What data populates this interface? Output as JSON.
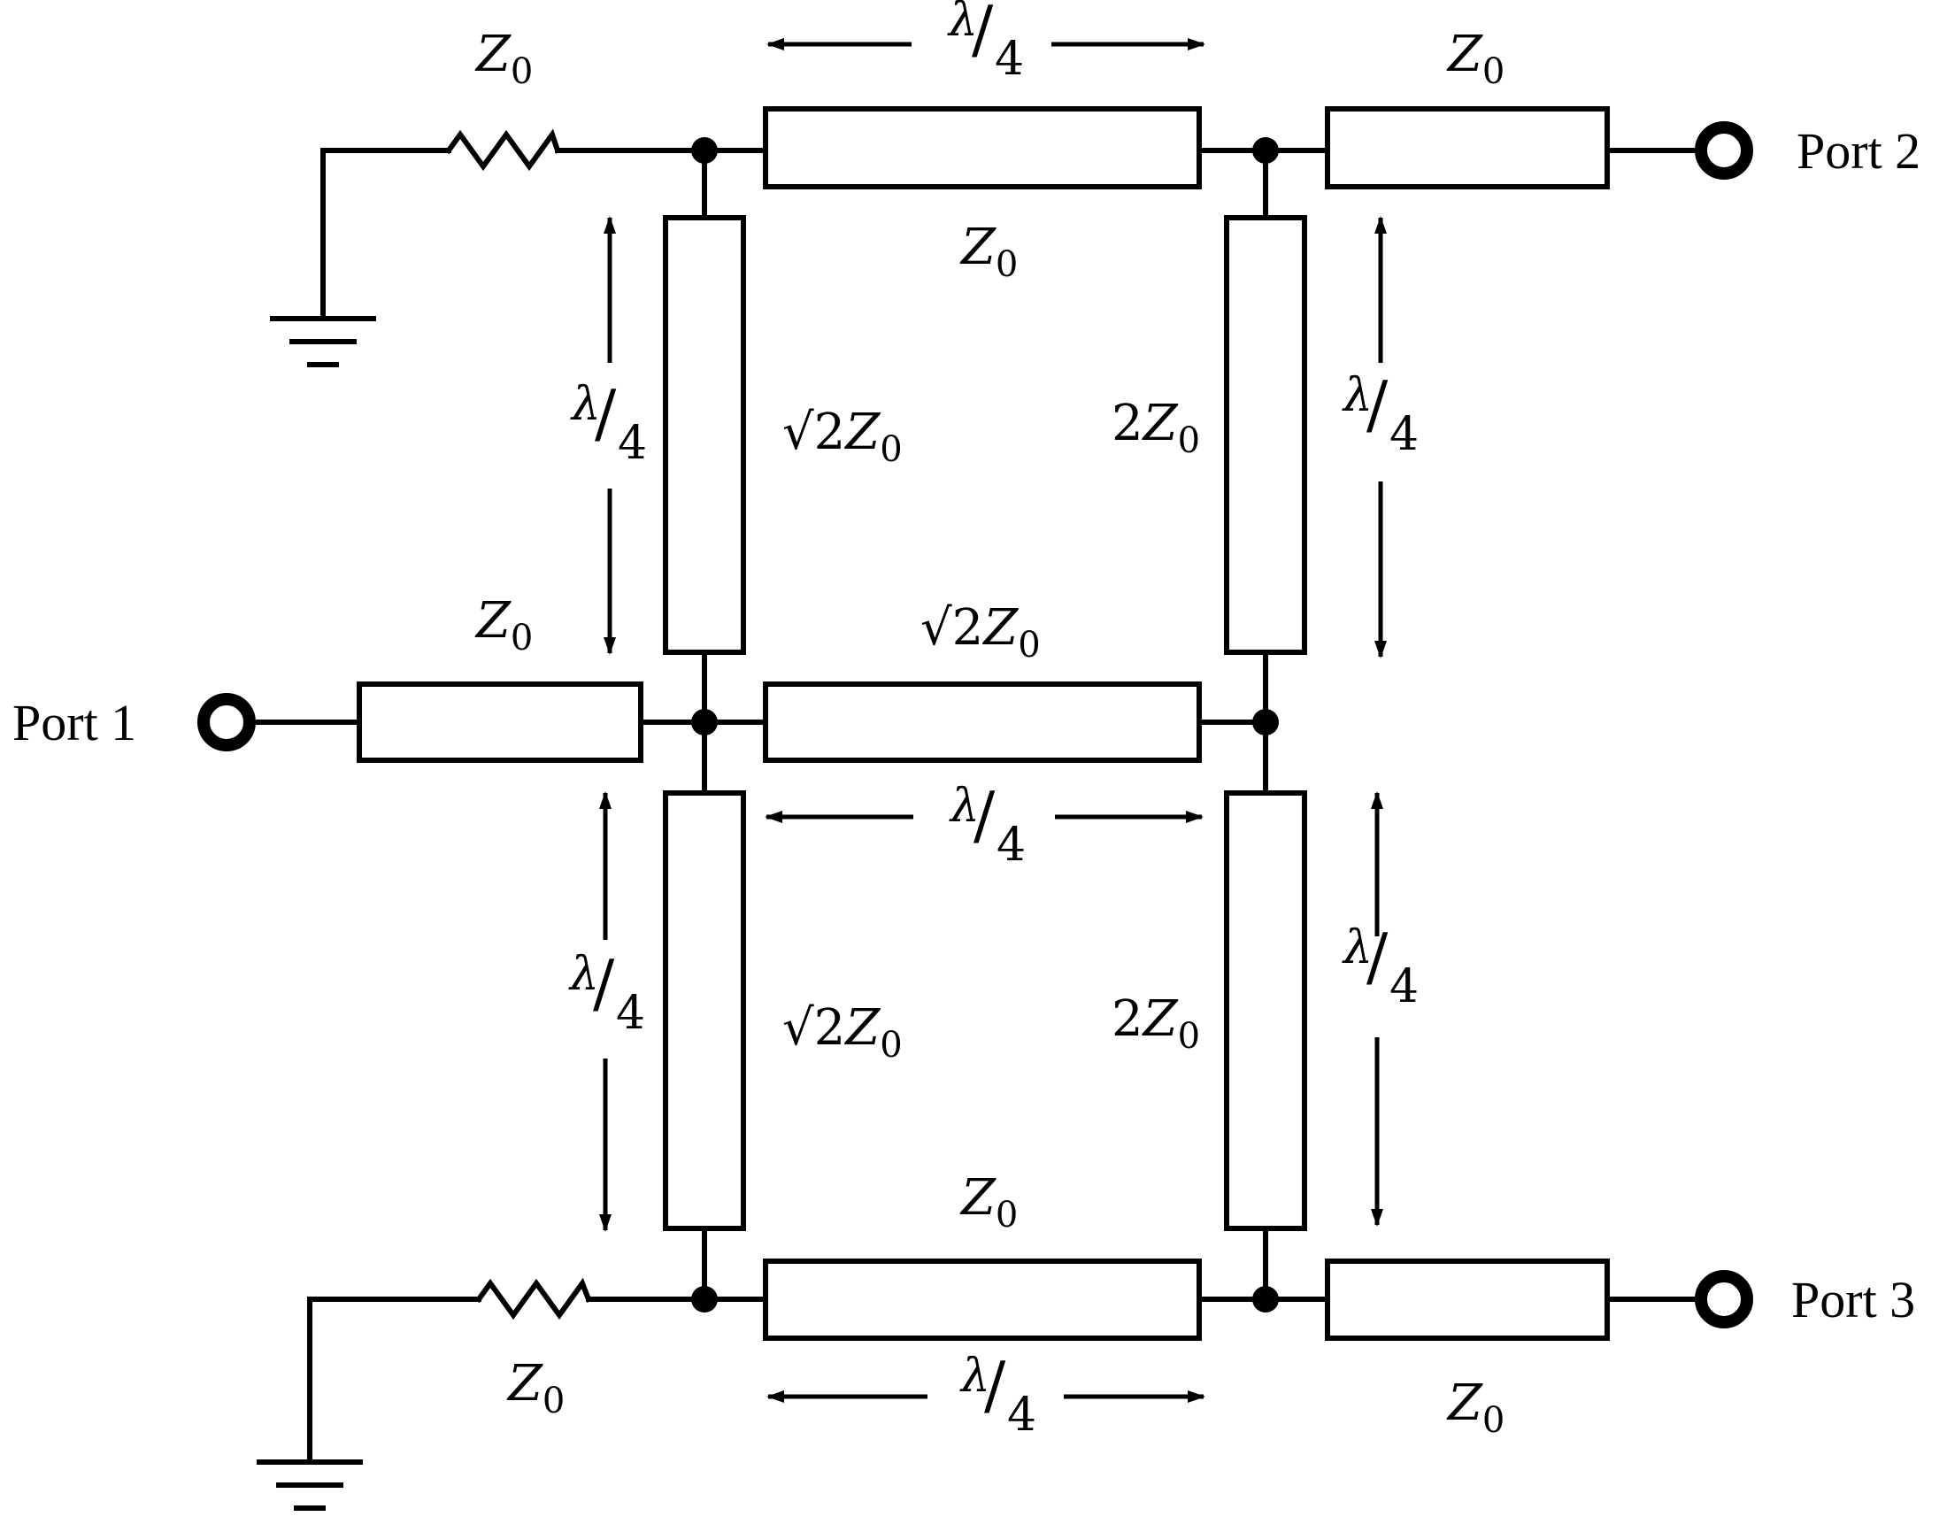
{
  "ports": {
    "port1": "Port 1",
    "port2": "Port 2",
    "port3": "Port 3"
  },
  "symbols": {
    "z0_letter": "Z",
    "z0_sub": "0",
    "sqrt2": "√2",
    "two": "2",
    "lambda": "λ",
    "slash": "/",
    "four": "4"
  },
  "labels": {
    "top_resistor": "Z0",
    "bottom_resistor": "Z0",
    "port2_line": "Z0",
    "port3_line": "Z0",
    "port1_line": "Z0",
    "top_through_line": "Z0",
    "middle_through_line": "√2Z0",
    "bottom_through_line": "Z0",
    "left_upper_branch": "√2Z0",
    "left_lower_branch": "√2Z0",
    "right_upper_branch": "2Z0",
    "right_lower_branch": "2Z0",
    "quarter_wave": "λ/4"
  }
}
